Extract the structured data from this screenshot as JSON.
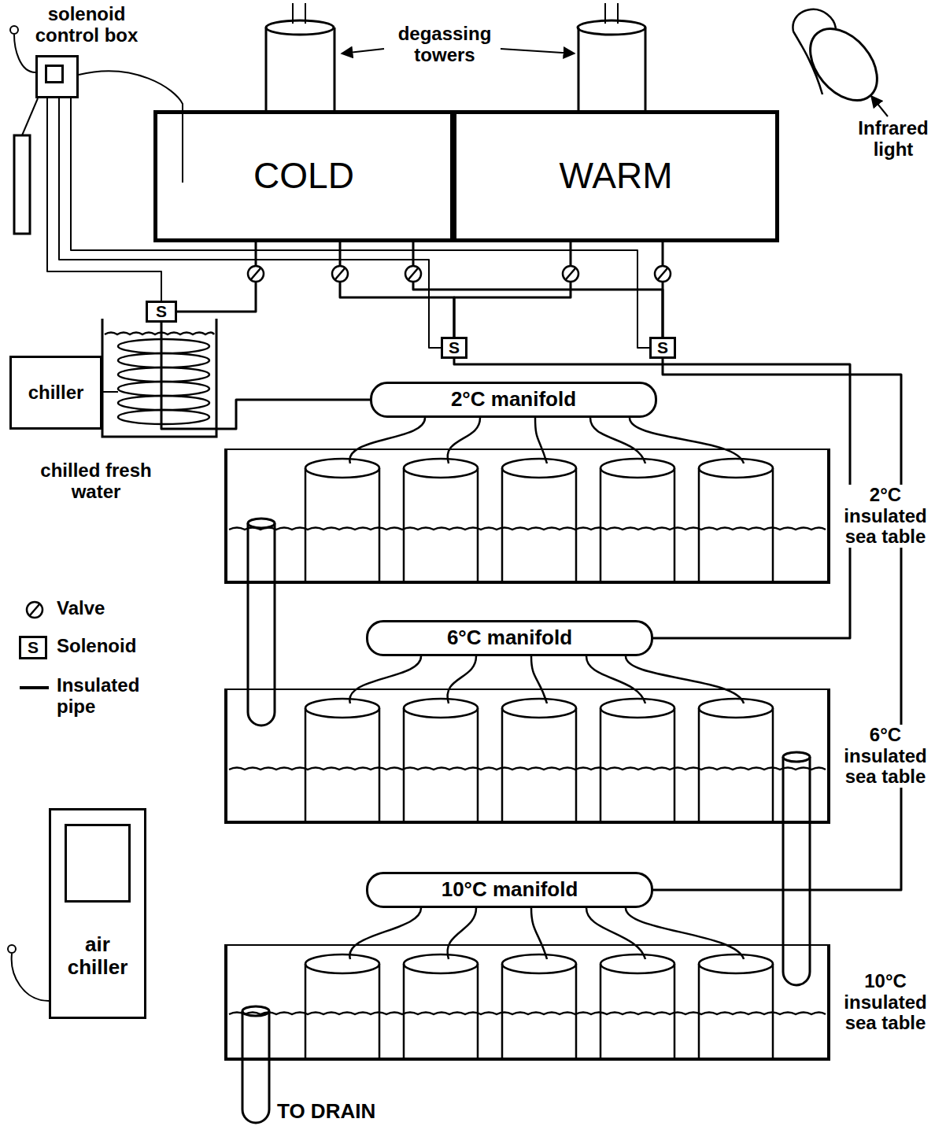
{
  "diagram": {
    "nodes": [
      {
        "text": [
          "solenoid control box"
        ]
      },
      {
        "text": [
          "COLD"
        ]
      },
      {
        "text": [
          "WARM"
        ]
      },
      {
        "text": [
          "S"
        ]
      },
      {
        "text": [
          "S"
        ]
      },
      {
        "text": [
          "S"
        ]
      },
      {
        "text": [
          "chiller"
        ]
      },
      {
        "text": [
          "2°C manifold"
        ]
      },
      {
        "text": [
          "2°C insulated sea table"
        ]
      },
      {
        "text": [
          "6°C manifold"
        ]
      },
      {
        "text": [
          "6°C insulated sea table"
        ]
      },
      {
        "text": [
          "10°C manifold"
        ]
      },
      {
        "text": [
          "10°C insulated sea table"
        ]
      },
      {
        "text": [
          "air chiller"
        ]
      }
    ],
    "edges": [
      {
        "from": 1,
        "to": 3,
        "arrow": "none"
      },
      {
        "from": 1,
        "to": 4,
        "arrow": "none"
      },
      {
        "from": 2,
        "to": 4,
        "arrow": "none"
      },
      {
        "from": 1,
        "to": 5,
        "arrow": "none"
      },
      {
        "from": 2,
        "to": 5,
        "arrow": "none"
      },
      {
        "from": 4,
        "to": 9,
        "arrow": "none"
      },
      {
        "from": 5,
        "to": 11,
        "arrow": "none"
      },
      {
        "from": 3,
        "to": 7,
        "arrow": "none"
      },
      {
        "from": 0,
        "to": 3,
        "arrow": "none"
      },
      {
        "from": 0,
        "to": 4,
        "arrow": "none"
      },
      {
        "from": 0,
        "to": 5,
        "arrow": "none"
      }
    ],
    "labels": [
      "degassing towers",
      "Infrared light",
      "chilled fresh water",
      "TO DRAIN",
      "S"
    ],
    "legend": [
      {
        "text": "Valve"
      },
      {
        "text": "Solenoid"
      },
      {
        "text": "Insulated pipe"
      }
    ]
  }
}
